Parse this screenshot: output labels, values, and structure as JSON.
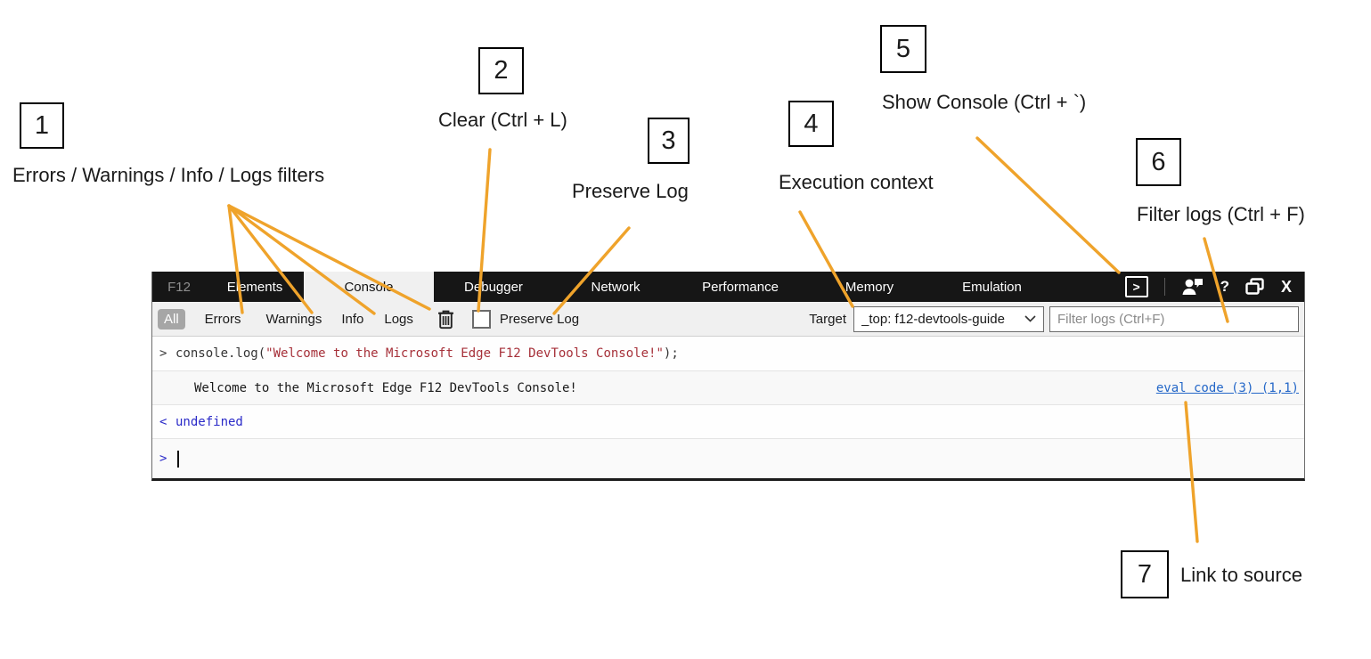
{
  "callouts": [
    {
      "num": "1",
      "label": "Errors / Warnings / Info / Logs filters"
    },
    {
      "num": "2",
      "label": "Clear (Ctrl + L)"
    },
    {
      "num": "3",
      "label": "Preserve Log"
    },
    {
      "num": "4",
      "label": "Execution context"
    },
    {
      "num": "5",
      "label": "Show Console (Ctrl + `)"
    },
    {
      "num": "6",
      "label": "Filter logs (Ctrl + F)"
    },
    {
      "num": "7",
      "label": "Link to source"
    }
  ],
  "devtools": {
    "titlebar": {
      "f12": "F12",
      "tabs": [
        {
          "label": "Elements"
        },
        {
          "label": "Console"
        },
        {
          "label": "Debugger"
        },
        {
          "label": "Network"
        },
        {
          "label": "Performance"
        },
        {
          "label": "Memory"
        },
        {
          "label": "Emulation"
        }
      ],
      "console_button_glyph": ">",
      "help_glyph": "?",
      "close_glyph": "X"
    },
    "toolbar": {
      "all_label": "All",
      "filters": [
        "Errors",
        "Warnings",
        "Info",
        "Logs"
      ],
      "preserve_label": "Preserve Log",
      "target_label": "Target",
      "target_value": "_top: f12-devtools-guide",
      "filter_placeholder": "Filter logs (Ctrl+F)"
    },
    "console_panel": {
      "echo_chevron": ">",
      "echo_prefix": "console.log(",
      "echo_string": "\"Welcome to the Microsoft Edge F12 DevTools Console!\"",
      "echo_suffix": ");",
      "message": "Welcome to the Microsoft Edge F12 DevTools Console!",
      "source_link": "eval code (3) (1,1)",
      "result_chevron": "<",
      "result_value": "undefined",
      "prompt_chevron": ">"
    }
  },
  "colors": {
    "annotation_line": "#EFA32B",
    "string_red": "#a63039",
    "result_blue": "#2a2ac8",
    "link_blue": "#2467c8",
    "titlebar_bg": "#161616",
    "toolbar_bg": "#f0f0f0"
  }
}
